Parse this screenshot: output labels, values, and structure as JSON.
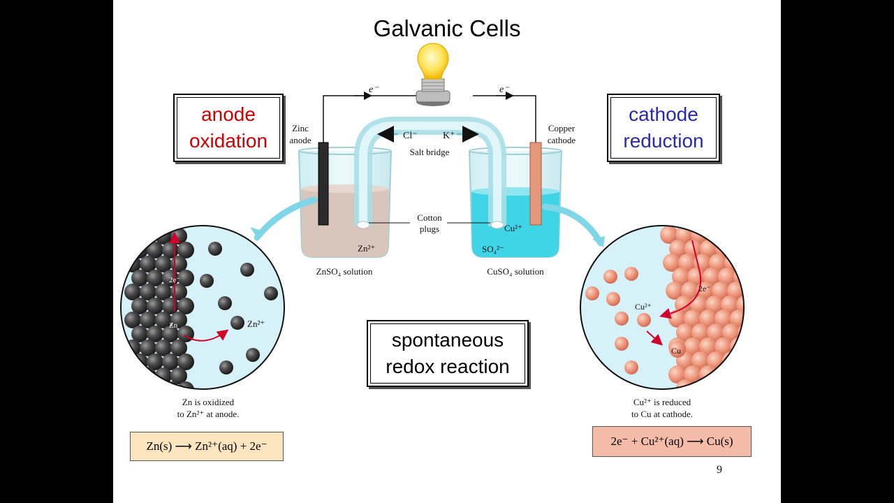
{
  "slide": {
    "title": "Galvanic Cells",
    "page_number": "9",
    "anode_box": {
      "line1": "anode",
      "line2": "oxidation",
      "color": "#cc0000"
    },
    "cathode_box": {
      "line1": "cathode",
      "line2": "reduction",
      "color": "#2a2aa8"
    },
    "center_box": {
      "line1": "spontaneous",
      "line2": "redox reaction"
    }
  },
  "diagram": {
    "electron_left": "e⁻",
    "electron_right": "e⁻",
    "zinc_anode": [
      "Zinc",
      "anode"
    ],
    "copper_cathode": [
      "Copper",
      "cathode"
    ],
    "salt_bridge_ions": {
      "left": "Cl⁻",
      "right": "K⁺"
    },
    "salt_bridge_label": "Salt bridge",
    "cotton_plugs": [
      "Cotton",
      "plugs"
    ],
    "zn_ion": "Zn²⁺",
    "cu_ion": "Cu²⁺",
    "so4_ion": "SO₄²⁻",
    "znso4_solution": "ZnSO₄ solution",
    "cuso4_solution": "CuSO₄ solution",
    "left_zoom": {
      "zn": "Zn",
      "two_e": "2e⁻",
      "zn_ion": "Zn²⁺"
    },
    "right_zoom": {
      "two_e": "2e⁻",
      "cu_ion": "Cu²⁺",
      "cu": "Cu"
    },
    "left_caption": [
      "Zn is oxidized",
      "to Zn²⁺ at anode."
    ],
    "right_caption": [
      "Cu²⁺ is reduced",
      "to Cu at cathode."
    ],
    "left_equation": "Zn(s) ⟶ Zn²⁺(aq) + 2e⁻",
    "right_equation": "2e⁻ + Cu²⁺(aq) ⟶ Cu(s)"
  },
  "colors": {
    "left_eq_bg": "#fbe5c0",
    "right_eq_bg": "#f4bba8",
    "solution_cu": "#3fd4e6",
    "solution_zn": "#d8c5bb"
  }
}
